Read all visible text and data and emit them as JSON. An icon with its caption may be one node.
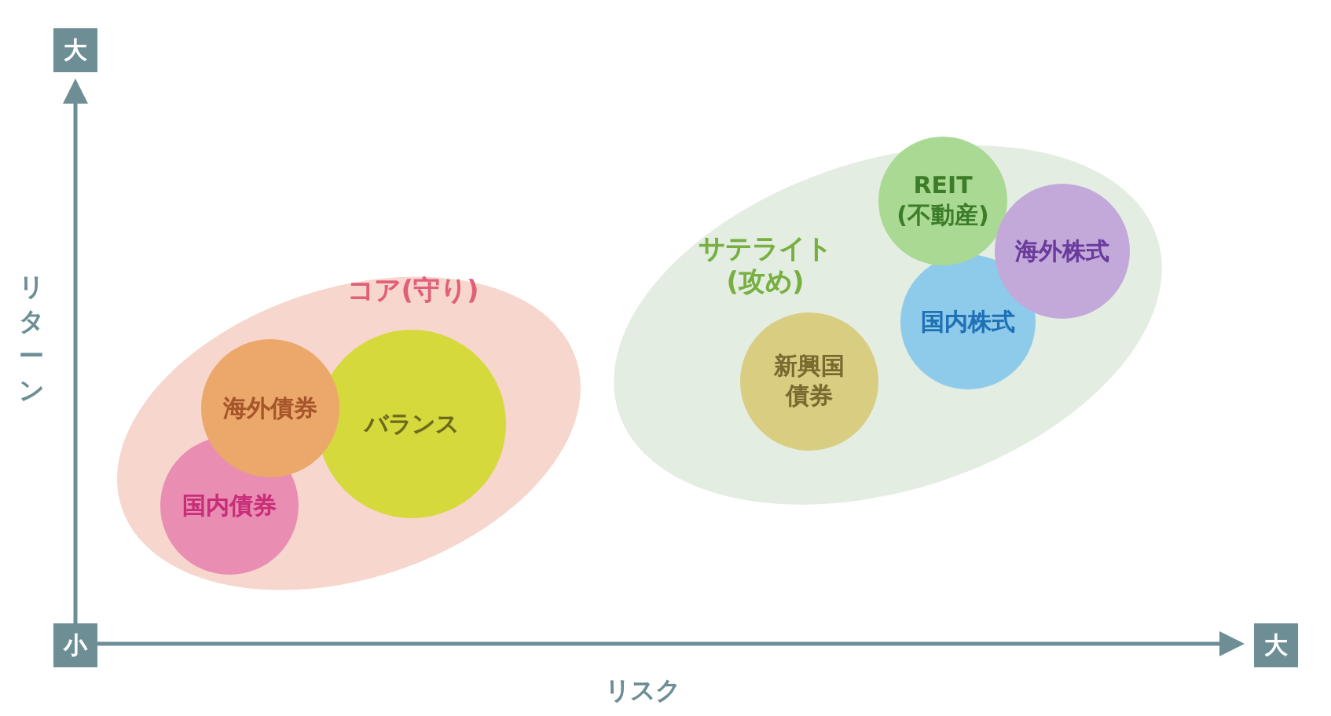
{
  "diagram": {
    "nodes": [
      {
        "text": [
          "コア(守り)"
        ]
      },
      {
        "text": [
          "海外債券"
        ],
        "in": 0
      },
      {
        "text": [
          "バランス"
        ],
        "in": 0
      },
      {
        "text": [
          "国内債券"
        ],
        "in": 0
      },
      {
        "text": [
          "サテライト(攻め)"
        ]
      },
      {
        "text": [
          "新興国債券"
        ],
        "in": 4
      },
      {
        "text": [
          "REIT (不動産)"
        ],
        "in": 4
      },
      {
        "text": [
          "国内株式"
        ],
        "in": 4
      },
      {
        "text": [
          "海外株式"
        ],
        "in": 4
      }
    ],
    "labels": [
      "大",
      "リターン",
      "小",
      "大",
      "リスク"
    ]
  }
}
